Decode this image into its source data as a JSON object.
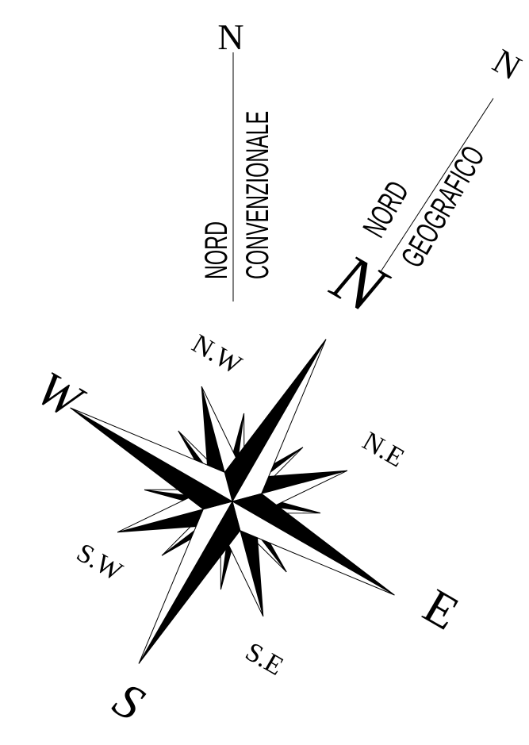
{
  "conventional_north": {
    "letter": "N",
    "label_line1": "NORD",
    "label_line2": "CONVENZIONALE"
  },
  "geographic_north": {
    "letter": "N",
    "label_line1": "NORD",
    "label_line2": "GEOGRAFICO"
  },
  "compass_rose": {
    "cardinals": {
      "north": "N",
      "east": "E",
      "south": "S",
      "west": "W"
    },
    "intercardinals": {
      "northeast": "N.E",
      "southeast": "S.E",
      "southwest": "S.W",
      "northwest": "N.W"
    },
    "rotation_deg": 30,
    "ink_color": "#000000",
    "paper_color": "#ffffff"
  }
}
